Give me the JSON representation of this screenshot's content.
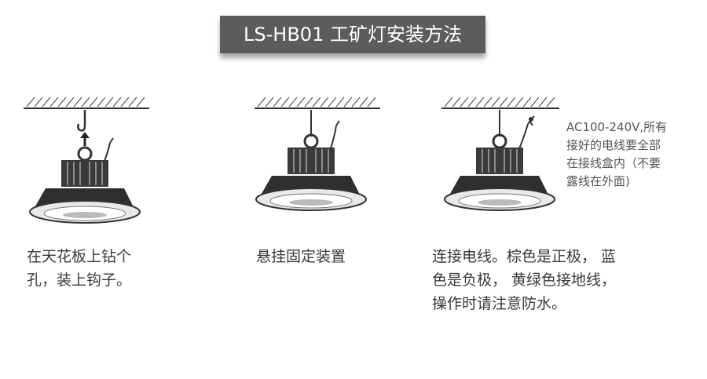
{
  "title": "LS-HB01 工矿灯安装方法",
  "steps": [
    {
      "caption": "在天花板上钻个\n孔，装上钩子。",
      "icons": [
        "ceiling-hatch",
        "hook",
        "up-arrow",
        "high-bay-lamp",
        "power-cable"
      ]
    },
    {
      "caption": "悬挂固定装置",
      "icons": [
        "ceiling-hatch",
        "hanging-rope",
        "high-bay-lamp",
        "power-cable"
      ]
    },
    {
      "caption": "连接电线。棕色是正极， 蓝\n色是负极， 黄绿色接地线，\n操作时请注意防水。",
      "icons": [
        "ceiling-hatch",
        "hanging-rope",
        "high-bay-lamp",
        "junction-box-wires"
      ]
    }
  ],
  "side_note": "AC100-240V,所有\n接好的电线要全部\n在接线盒内（不要\n露线在外面)"
}
